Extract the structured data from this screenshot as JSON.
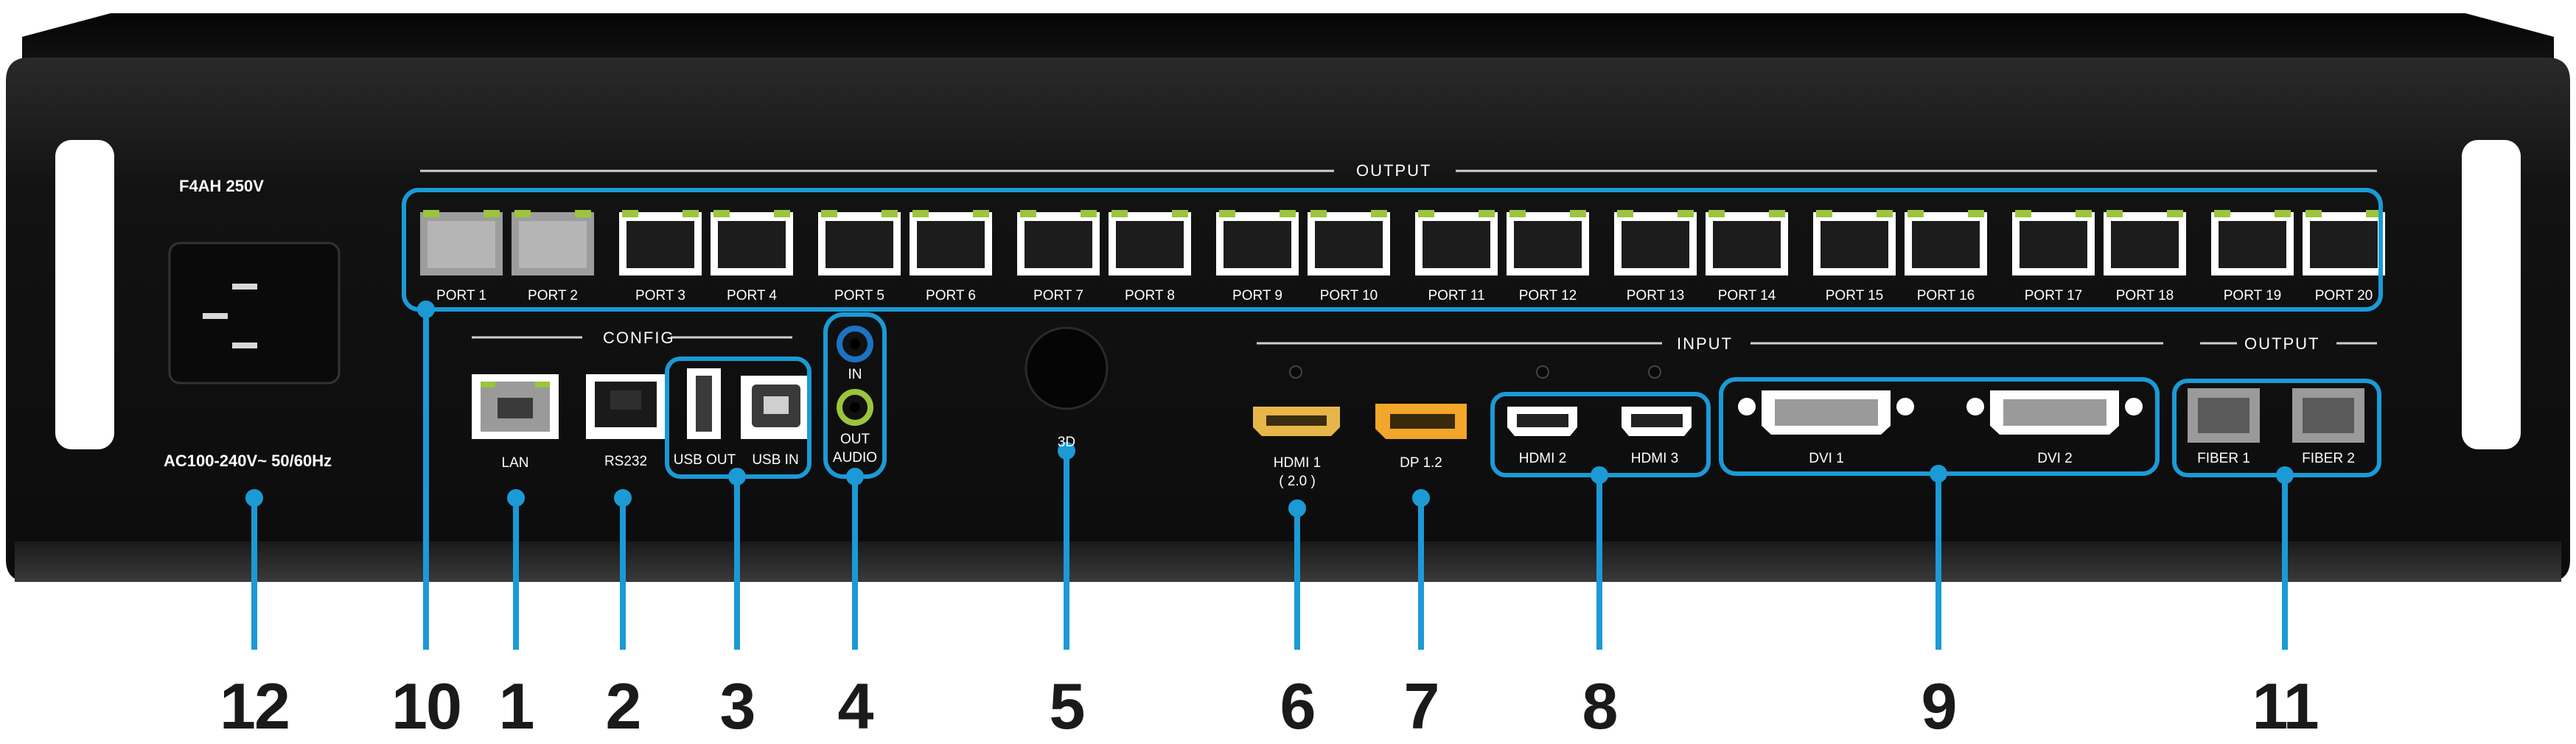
{
  "device": {
    "fuse_rating": "F4AH   250V",
    "power_rating": "AC100-240V~   50/60Hz"
  },
  "sections": {
    "output_top": "OUTPUT",
    "config": "CONFIG",
    "input": "INPUT",
    "output_right": "OUTPUT"
  },
  "ports": {
    "ethernet": [
      "PORT 1",
      "PORT 2",
      "PORT 3",
      "PORT 4",
      "PORT 5",
      "PORT 6",
      "PORT 7",
      "PORT 8",
      "PORT 9",
      "PORT 10",
      "PORT 11",
      "PORT 12",
      "PORT 13",
      "PORT 14",
      "PORT 15",
      "PORT 16",
      "PORT 17",
      "PORT 18",
      "PORT 19",
      "PORT 20"
    ],
    "lan": "LAN",
    "rs232": "RS232",
    "usb_out": "USB OUT",
    "usb_in": "USB IN",
    "audio_in": "IN",
    "audio_out": "OUT",
    "audio": "AUDIO",
    "three_d": "3D",
    "hdmi1": "HDMI 1",
    "hdmi1_version": "( 2.0 )",
    "dp": "DP 1.2",
    "hdmi2": "HDMI 2",
    "hdmi3": "HDMI 3",
    "dvi1": "DVI 1",
    "dvi2": "DVI 2",
    "fiber1": "FIBER 1",
    "fiber2": "FIBER 2"
  },
  "callouts": {
    "n1": "1",
    "n2": "2",
    "n3": "3",
    "n4": "4",
    "n5": "5",
    "n6": "6",
    "n7": "7",
    "n8": "8",
    "n9": "9",
    "n10": "10",
    "n11": "11",
    "n12": "12"
  },
  "colors": {
    "accent": "#1b9ad6",
    "chassis": "#151515",
    "port_green": "#9bc53d"
  }
}
